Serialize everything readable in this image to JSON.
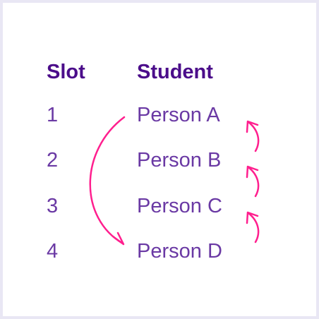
{
  "table": {
    "headers": {
      "slot": "Slot",
      "student": "Student"
    },
    "rows": [
      {
        "slot": "1",
        "student": "Person A"
      },
      {
        "slot": "2",
        "student": "Person B"
      },
      {
        "slot": "3",
        "student": "Person C"
      },
      {
        "slot": "4",
        "student": "Person D"
      }
    ]
  },
  "colors": {
    "background": "#e9e7f4",
    "header_text": "#4b0d8a",
    "body_text": "#6a39a4",
    "arrow": "#ff1f8e"
  },
  "arrows": [
    {
      "from": "Person A",
      "to": "Person D"
    },
    {
      "from": "Person B",
      "to": "Person A"
    },
    {
      "from": "Person C",
      "to": "Person B"
    },
    {
      "from": "Person D",
      "to": "Person C"
    }
  ]
}
